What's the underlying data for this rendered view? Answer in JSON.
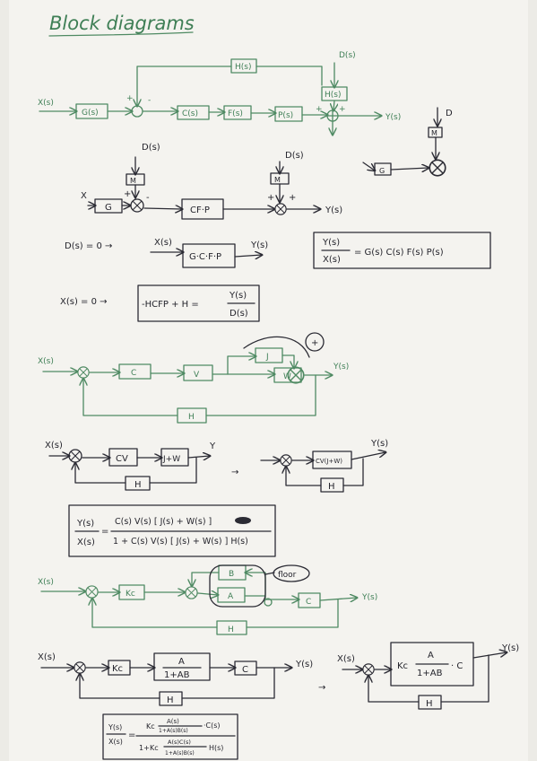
{
  "title": "Block diagrams",
  "d1": {
    "x": "X(s)",
    "g": "G(s)",
    "h": "H(s)",
    "d": "D(s)",
    "hd": "H(s)",
    "c": "C(s)",
    "f": "F(s)",
    "p": "P(s)",
    "y": "Y(s)",
    "plus": "+",
    "minus": "-"
  },
  "side": {
    "d": "D",
    "m": "M",
    "g": "G"
  },
  "d2": {
    "x": "X",
    "g": "G",
    "ds1": "D(s)",
    "m1": "M",
    "cfp": "CF·P",
    "ds2": "D(s)",
    "m2": "M",
    "y": "Y(s)",
    "plus": "+",
    "minus": "-"
  },
  "eq1": {
    "lhs": "D(s) = 0 →",
    "x": "X(s)",
    "box": "G·C·F·P",
    "y": "Y(s)",
    "num": "Y(s)",
    "den": "X(s)",
    "rhs": "= G(s) C(s) F(s) P(s)"
  },
  "eq2": {
    "lhs": "X(s) = 0 →",
    "expr": "-HCFP + H =",
    "num": "Y(s)",
    "den": "D(s)"
  },
  "d3": {
    "x": "X(s)",
    "c": "C",
    "v": "V",
    "j": "J",
    "w": "W",
    "h": "H",
    "y": "Y(s)",
    "note": "+"
  },
  "d4": {
    "x": "X(s)",
    "cv": "CV",
    "jw": "J+W",
    "y1": "Y",
    "h1": "H",
    "cv2": "CV(J+W)",
    "h2": "H",
    "y2": "Y(s)",
    "arrow": "→"
  },
  "eq3": {
    "lhs_num": "Y(s)",
    "lhs_den": "X(s)",
    "num": "C(s) V(s) [ J(s) + W(s) ]",
    "den": "1 + C(s) V(s) [ J(s) + W(s) ] H(s)"
  },
  "d5": {
    "x": "X(s)",
    "kc": "Kc",
    "b": "B",
    "a": "A",
    "c": "C",
    "h": "H",
    "y": "Y(s)",
    "note": "floor"
  },
  "d6": {
    "x": "X(s)",
    "kc": "Kc",
    "frac_num": "A",
    "frac_den": "1+AB",
    "c": "C",
    "h": "H",
    "y": "Y(s)",
    "arrow": "→",
    "x2": "X(s)",
    "kc2": "Kc",
    "frac2_num": "A",
    "frac2_den": "1+AB",
    "c2": "· C",
    "h2": "H",
    "y2": "Y(s)"
  },
  "eq4": {
    "lhs_num": "Y(s)",
    "lhs_den": "X(s)",
    "kc": "Kc",
    "a": "A(s)",
    "ab": "1+A(s)B(s)",
    "cs": "·C(s)",
    "one": "1+",
    "kc2": "Kc",
    "ac": "A(s)C(s)",
    "ab2": "1+A(s)B(s)",
    "hs": "H(s)"
  }
}
